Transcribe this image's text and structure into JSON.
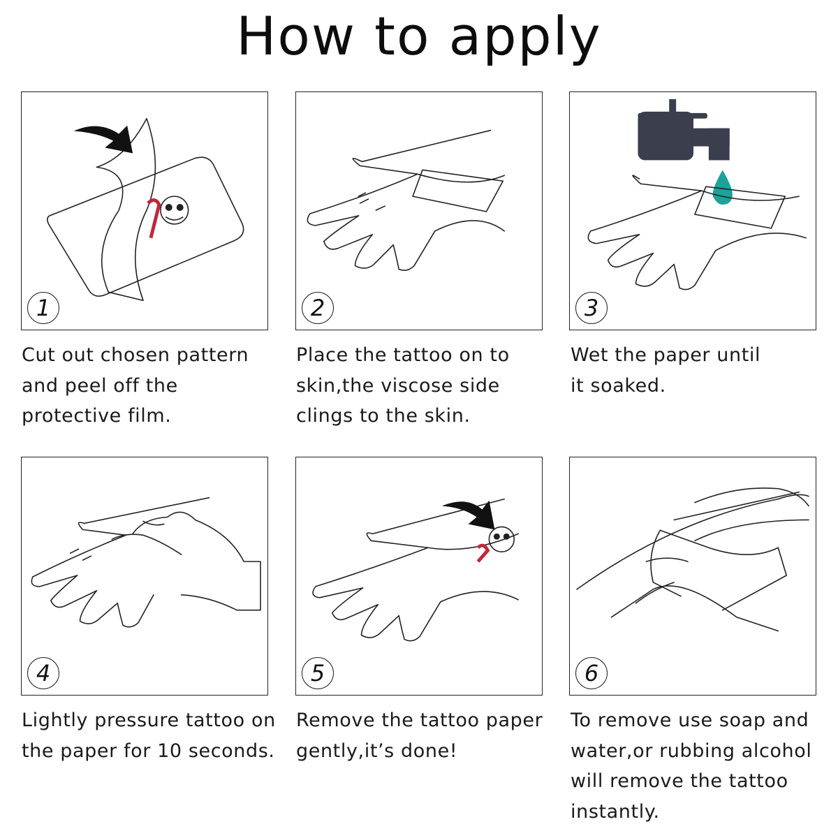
{
  "title": "How to apply",
  "colors": {
    "faucet": "#3a3e4d",
    "water_drop": "#1aa39a",
    "arrow": "#111111",
    "candy_stripe": "#c0283a"
  },
  "steps": [
    {
      "number": "1",
      "caption": "Cut out chosen pattern\nand peel off the\nprotective film."
    },
    {
      "number": "2",
      "caption": "Place the tattoo on to\nskin,the viscose side\nclings to the skin."
    },
    {
      "number": "3",
      "caption": "Wet the paper until\nit soaked."
    },
    {
      "number": "4",
      "caption": "Lightly pressure tattoo on\nthe paper for 10 seconds."
    },
    {
      "number": "5",
      "caption": "Remove the tattoo paper\ngently,it’s done!"
    },
    {
      "number": "6",
      "caption": "To remove use soap and\nwater,or rubbing alcohol\nwill remove the tattoo\ninstantly."
    }
  ]
}
